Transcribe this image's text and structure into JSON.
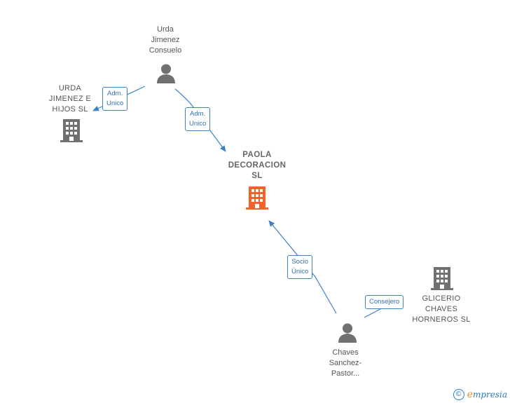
{
  "nodes": {
    "urda_consuelo": {
      "label": "Urda\nJimenez\nConsuelo",
      "kind": "person",
      "icon": "person-icon",
      "color": "#707070"
    },
    "urda_jimenez_hijos": {
      "label": "URDA\nJIMENEZ E\nHIJOS  SL",
      "kind": "company",
      "icon": "building-icon",
      "color": "#707070"
    },
    "paola_decoracion": {
      "label": "PAOLA\nDECORACION\nSL",
      "kind": "company-focus",
      "icon": "building-icon",
      "color": "#f0632b"
    },
    "glicerio_chaves": {
      "label": "GLICERIO\nCHAVES\nHORNEROS SL",
      "kind": "company",
      "icon": "building-icon",
      "color": "#707070"
    },
    "chaves_sanchez": {
      "label": "Chaves\nSanchez-\nPastor...",
      "kind": "person",
      "icon": "person-icon",
      "color": "#707070"
    }
  },
  "edges": {
    "e1": {
      "label": "Adm.\nUnico",
      "from": "urda_consuelo",
      "to": "urda_jimenez_hijos"
    },
    "e2": {
      "label": "Adm.\nUnico",
      "from": "urda_consuelo",
      "to": "paola_decoracion"
    },
    "e3": {
      "label": "Socio\nÚnico",
      "from": "chaves_sanchez",
      "to": "paola_decoracion"
    },
    "e4": {
      "label": "Consejero",
      "from": "chaves_sanchez",
      "to": "glicerio_chaves"
    }
  },
  "colors": {
    "edge": "#3b82c4",
    "accent": "#f0632b",
    "icon_gray": "#707070"
  },
  "footer": {
    "copyright_symbol": "©",
    "brand_first": "e",
    "brand_rest": "mpresia"
  }
}
